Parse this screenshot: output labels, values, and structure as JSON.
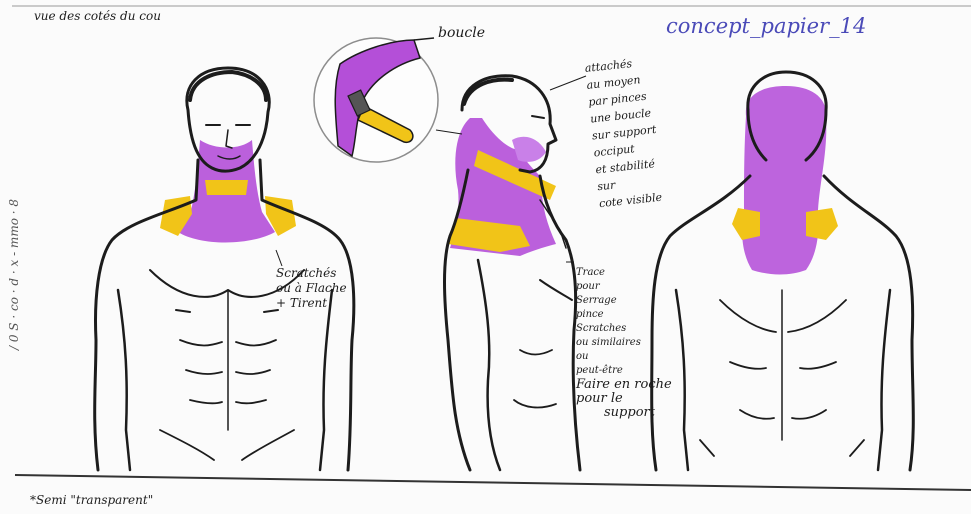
{
  "title": "concept_papier_14",
  "top_note": "vue des cotés du cou",
  "left_margin_note": "/ 0 S · co · d · x - mmo · 8",
  "bottom_note": "*Semi \"transparent\"",
  "zoom_label": "boucle",
  "front_note": [
    "Scratchés",
    "ou à Flache",
    "+ Tirent"
  ],
  "side_note_top": [
    "attachés",
    "au moyen",
    "par pinces",
    "une boucle",
    "sur support",
    "occiput",
    "et stabilité",
    "sur",
    "cote visible"
  ],
  "side_note_bottom": [
    "Trace",
    "pour",
    "Serrage",
    "pince",
    "Scratches",
    "ou similaires",
    "ou",
    "peut-être",
    "Faire en roche",
    "pour le",
    "support"
  ],
  "colors": {
    "ink": "#1c1c1c",
    "purple": "#b44fd8",
    "purple_light": "#c980e8",
    "yellow": "#f1c418",
    "yellow_dark": "#d9a812",
    "title_blue": "#4a4ab8"
  }
}
